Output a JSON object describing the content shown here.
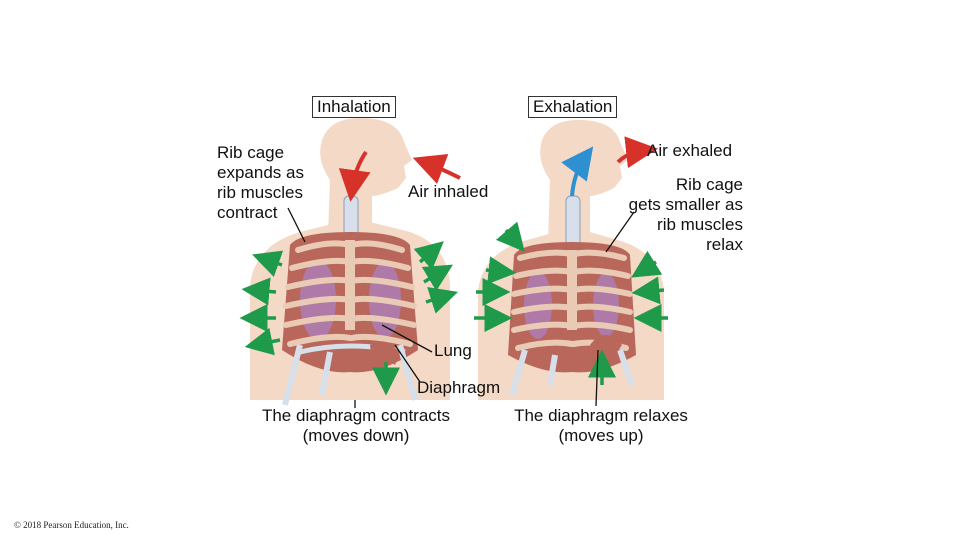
{
  "panels": {
    "left_title": "Inhalation",
    "right_title": "Exhalation"
  },
  "labels": {
    "rib_expand": [
      "Rib cage",
      "expands as",
      "rib muscles",
      "contract"
    ],
    "air_inhaled": "Air inhaled",
    "air_exhaled": "Air exhaled",
    "rib_smaller": [
      "Rib cage",
      "gets smaller as",
      "rib muscles",
      "relax"
    ],
    "lung": "Lung",
    "diaphragm": "Diaphragm",
    "contracts": [
      "The diaphragm contracts",
      "(moves down)"
    ],
    "relaxes": [
      "The diaphragm relaxes",
      "(moves up)"
    ]
  },
  "copyright": "© 2018 Pearson Education, Inc.",
  "colors": {
    "skin": "#f3d9c6",
    "rib": "#e9cbb5",
    "rib_shade": "#9b5b4a",
    "muscle": "#b8675a",
    "lung": "#b07aa8",
    "bone": "#d7e0ea",
    "arrow_green": "#1f9a4a",
    "arrow_red": "#d6322a",
    "arrow_blue": "#2e8fd1"
  }
}
